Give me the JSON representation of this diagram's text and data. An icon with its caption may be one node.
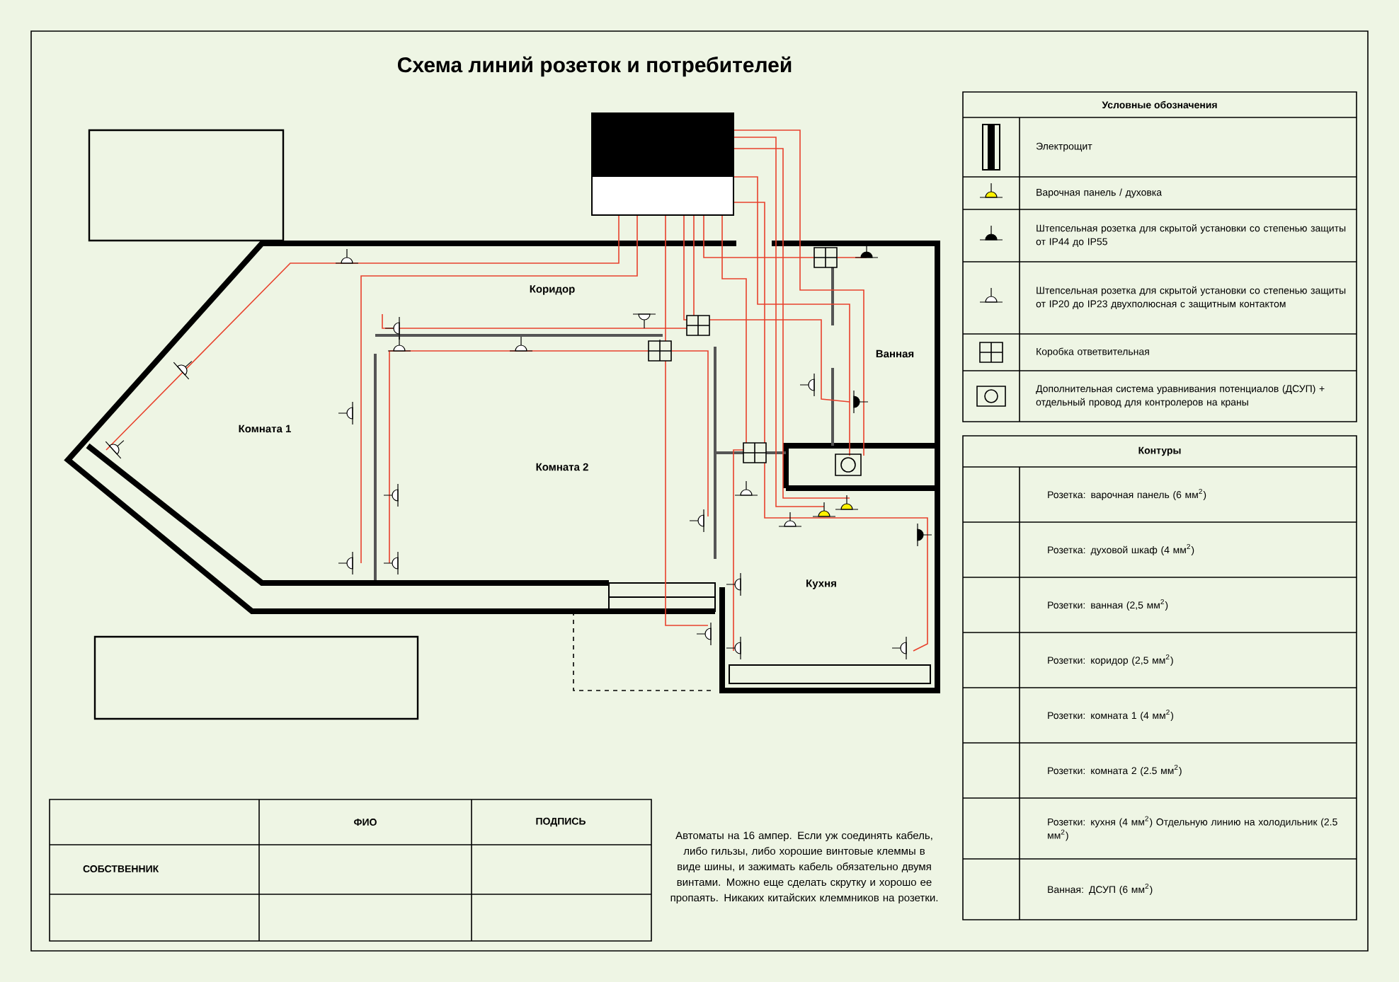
{
  "diagram": {
    "title": "Схема линий розеток и потребителей",
    "labels": [
      "Коридор",
      "Ванная",
      "Комната 1",
      "Комната 2",
      "Кухня",
      "Условные обозначения",
      "Контуры",
      "Розетка: варочная панель (6 мм$^{2}$)",
      "Розетка: духовой шкаф (4 мм$^{2}$)",
      "Розетки: ванная (2,5 мм$^{2}$)",
      "Розетки: коридор (2,5 мм$^{2}$)",
      "Розетки: комната 1 (4 мм$^{2}$)",
      "Розетки: комната 2 (2.5 мм$^{2}$)",
      "Розетки: кухня  (4 мм$^{2}$) Отдельную линию на холодильник (2.5 мм$^{2}$)",
      "Ванная: ДСУП (6 мм$^{2}$)",
      "ФИО",
      "ПОДПИСЬ",
      "СОБСТВЕННИК",
      "Автоматы на 16 ампер. Если уж соединять кабель, либо гильзы, либо хорошие винтовые клеммы в виде шины, и зажимать кабель обязательно двумя винтами. Можно еще сделать скрутку и хорошо ее пропаять. Никаких китайских клеммников на розетки."
    ],
    "legend": [
      {
        "text": "Электрощит"
      },
      {
        "text": "Варочная панель / духовка"
      },
      {
        "text": "Штепсельная розетка для скрытой установки со степенью защиты от IP44 до IP55"
      },
      {
        "text": "Штепсельная розетка для скрытой установки со степенью защиты от IP20 до IP23 двухполюсная с защитным контактом"
      },
      {
        "text": "Коробка ответвительная"
      },
      {
        "text": "Дополнительная система уравнивания потенциалов (ДСУП) + отдельный провод для контролеров на краны"
      }
    ]
  }
}
